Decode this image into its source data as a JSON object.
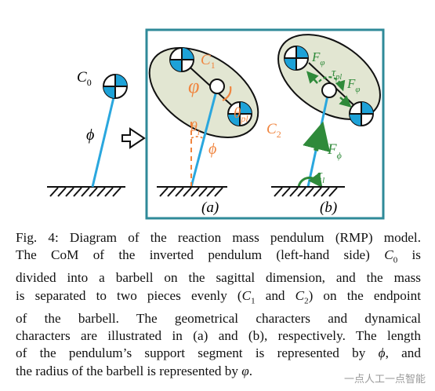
{
  "diagram": {
    "labels": {
      "c0": "C",
      "c0_sub": "0",
      "phi_left": "ϕ",
      "c1": "C",
      "c1_sub": "1",
      "c2": "C",
      "c2_sub": "2",
      "varphi_a": "φ",
      "theta_pl": "θ",
      "theta_pl_sub": "pl",
      "theta_l": "θ",
      "theta_l_sub": "l",
      "phi_a": "ϕ",
      "f_varphi_1": "F",
      "f_varphi_1_sub": "φ",
      "tau_pl": "τ",
      "tau_pl_sub": "pl",
      "f_varphi_2": "F",
      "f_varphi_2_sub": "φ",
      "f_phi": "F",
      "f_phi_sub": "ϕ",
      "tau_l": "τ",
      "tau_l_sub": "l",
      "panel_a": "(a)",
      "panel_b": "(b)"
    },
    "colors": {
      "pendulum": "#2aa7de",
      "ellipse_fill": "#e2e6d2",
      "panel_border": "#2f8a99",
      "orange": "#f0853f",
      "green": "#2f8a3a",
      "mass_blue": "#1da2d8"
    }
  },
  "caption": {
    "line1": "Fig. 4: Diagram of the reaction mass pendulum (RMP) model.",
    "line2a": "The CoM of the inverted pendulum (left-hand side) ",
    "line2_math": "C",
    "line2_sub": "0",
    "line2b": " is",
    "line3": "divided into a barbell on the sagittal dimension, and the mass",
    "line4a": "is separated to two pieces evenly (",
    "line4_c1": "C",
    "line4_c1sub": "1",
    "line4_and": " and ",
    "line4_c2": "C",
    "line4_c2sub": "2",
    "line4b": ") on the endpoint",
    "line5": "of the barbell. The geometrical characters and dynamical",
    "line6": "characters are illustrated in (a) and (b), respectively. The length",
    "line7a": "of the pendulum’s support segment is represented by ",
    "line7_math": "ϕ",
    "line7b": ", and",
    "line8a": "the radius of the barbell is represented by ",
    "line8_math": "φ",
    "line8b": "."
  },
  "watermark": "一点人工一点智能"
}
